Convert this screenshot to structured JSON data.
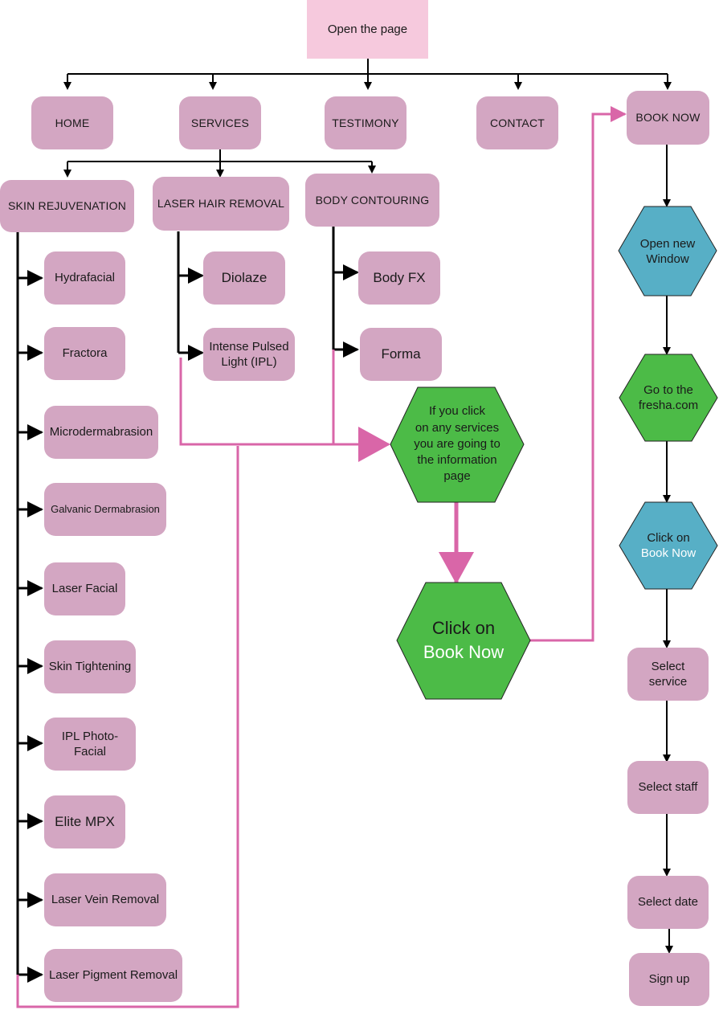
{
  "colors": {
    "box": "#d3a6c2",
    "top": "#f6c9dd",
    "hex_green": "#4cbb47",
    "hex_blue": "#57afc6",
    "pink_line": "#d966a8",
    "black_line": "#000000"
  },
  "nodes": {
    "open_page": "Open the page",
    "home": "HOME",
    "services": "SERVICES",
    "testimony": "TESTIMONY",
    "contact": "CONTACT",
    "book_now": "BOOK NOW",
    "skin_rejuvenation": "SKIN REJUVENATION",
    "laser_hair_removal": "LASER HAIR REMOVAL",
    "body_contouring": "BODY CONTOURING",
    "hydrafacial": "Hydrafacial",
    "fractora": "Fractora",
    "microdermabrasion": "Microdermabrasion",
    "galvanic": "Galvanic Dermabrasion",
    "laser_facial": "Laser Facial",
    "skin_tightening": "Skin Tightening",
    "ipl_photo": "IPL Photo-Facial",
    "elite_mpx": "Elite MPX",
    "laser_vein": "Laser Vein Removal",
    "laser_pigment": "Laser Pigment Removal",
    "diolaze": "Diolaze",
    "ipl_line1": "Intense Pulsed",
    "ipl_line2": "Light (IPL)",
    "body_fx": "Body FX",
    "forma": "Forma",
    "info_line1": "If you click",
    "info_line2": "on any services",
    "info_line3": "you are going to",
    "info_line4": "the information",
    "info_line5": "page",
    "click_big_line1": "Click on",
    "click_big_line2": "Book Now",
    "open_window_line1": "Open new",
    "open_window_line2": "Window",
    "fresha_line1": "Go to the",
    "fresha_line2": "fresha.com",
    "click_small_line1": "Click on",
    "click_small_line2": "Book Now",
    "select_service": "Select service",
    "select_staff": "Select staff",
    "select_date": "Select date",
    "sign_up": "Sign up"
  }
}
